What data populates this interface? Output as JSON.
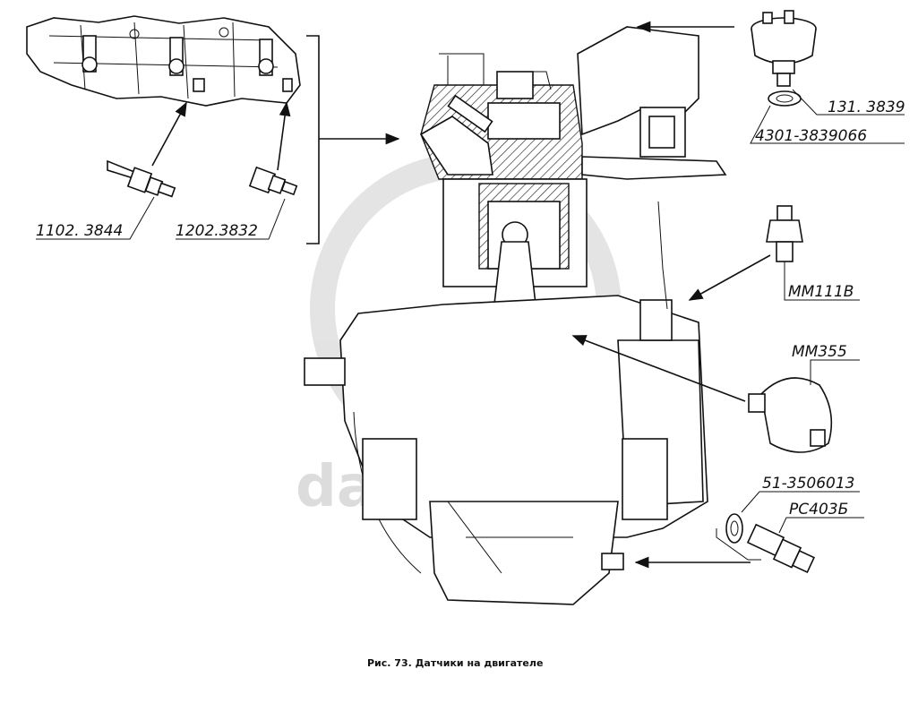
{
  "labels": {
    "spark_plug": "1102. 3844",
    "temp_sensor_manifold": "1202.3832",
    "temp_sensor_head": "131. 3839",
    "washer_head": "4301-3839066",
    "pressure_indicator": "ММ111В",
    "pressure_gauge": "ММ355",
    "washer_pan": "51-3506013",
    "pressure_switch": "РС403Б"
  },
  "watermark": "data-parts",
  "caption": "Рис. 73. Датчики на двигателе"
}
